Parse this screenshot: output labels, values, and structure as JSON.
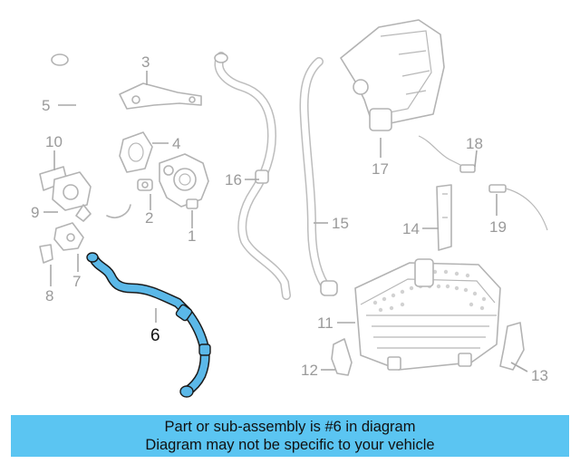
{
  "callouts": [
    "1",
    "2",
    "3",
    "4",
    "5",
    "6",
    "7",
    "8",
    "9",
    "10",
    "11",
    "12",
    "13",
    "14",
    "15",
    "16",
    "17",
    "18",
    "19"
  ],
  "highlighted_part": "6",
  "colors": {
    "highlight": "#5bb8e8",
    "highlight_outline": "#1a1a1a",
    "parts": "#b3b3b3",
    "banner": "#5bc5f2"
  },
  "banner": {
    "line1": "Part or sub-assembly is #6 in diagram",
    "line2": "Diagram may not be specific to your vehicle"
  }
}
